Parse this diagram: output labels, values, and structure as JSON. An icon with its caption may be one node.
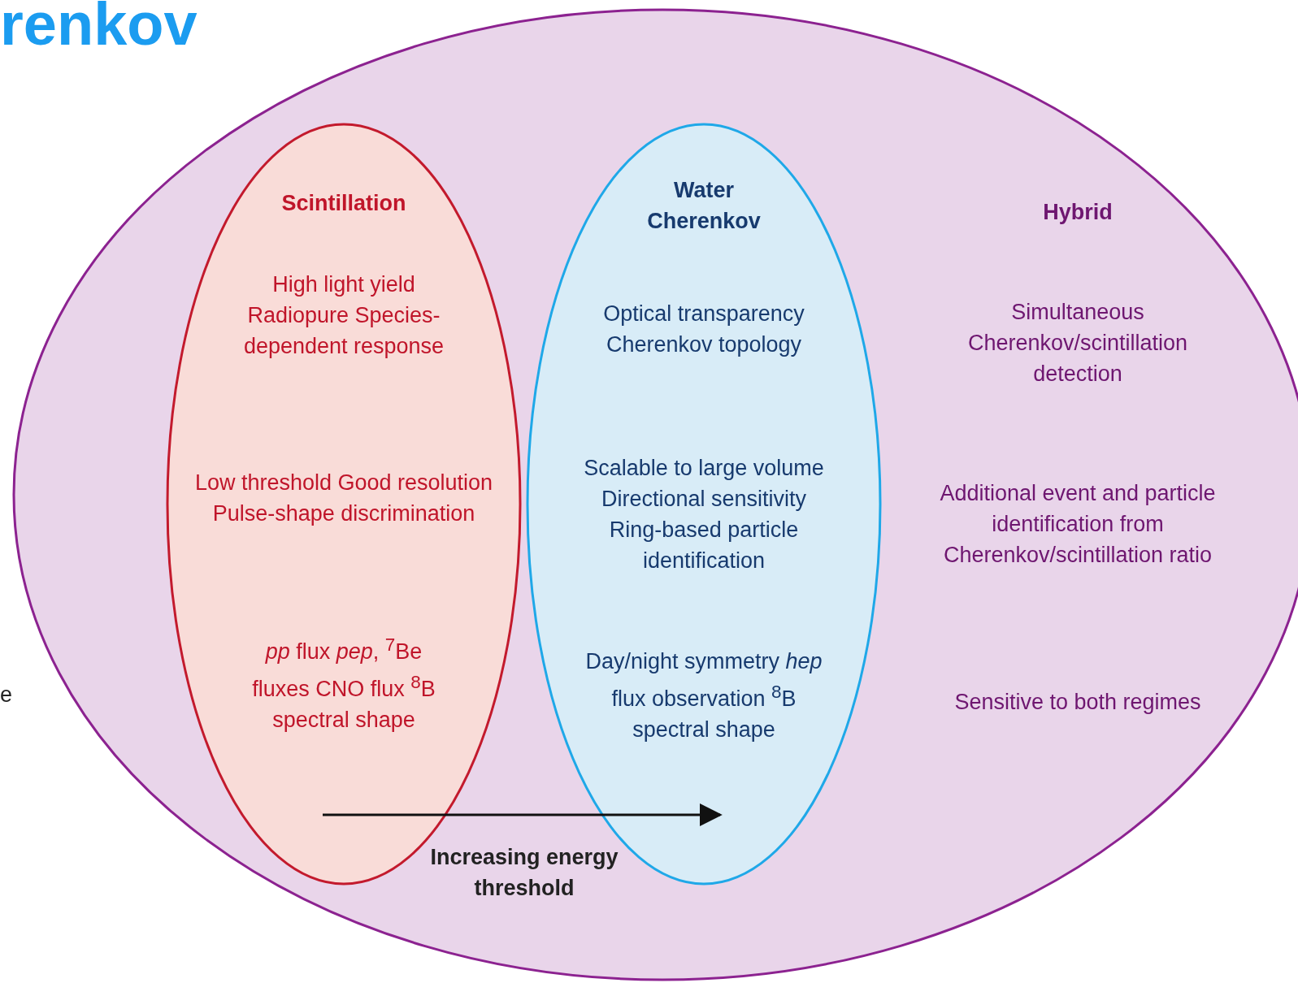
{
  "diagram": {
    "nodes": [
      {
        "text": [
          "Hybrid",
          "Simultaneous Cherenkov/scintillation detection",
          "Additional event and particle identification from Cherenkov/scintillation ratio",
          "Sensitive to both regimes"
        ]
      },
      {
        "text": [
          "Scintillation",
          "High light yield Radiopure Species-dependent response",
          "Low threshold Good resolution Pulse-shape discrimination",
          "*pp* flux *pep*, $^{7}$Be fluxes CNO flux $^{8}$B spectral shape"
        ],
        "in": 0
      },
      {
        "text": [
          "Water Cherenkov",
          "Optical transparency Cherenkov topology",
          "Scalable to large volume Directional sensitivity Ring-based particle identification",
          "Day/night symmetry *hep* flux observation $^{8}$B spectral shape"
        ],
        "in": 0
      }
    ],
    "edges": [
      {
        "from": 1,
        "to": 2,
        "arrow": "to",
        "label": "Increasing energy threshold"
      }
    ],
    "labels": [
      "renkov",
      "e"
    ]
  }
}
